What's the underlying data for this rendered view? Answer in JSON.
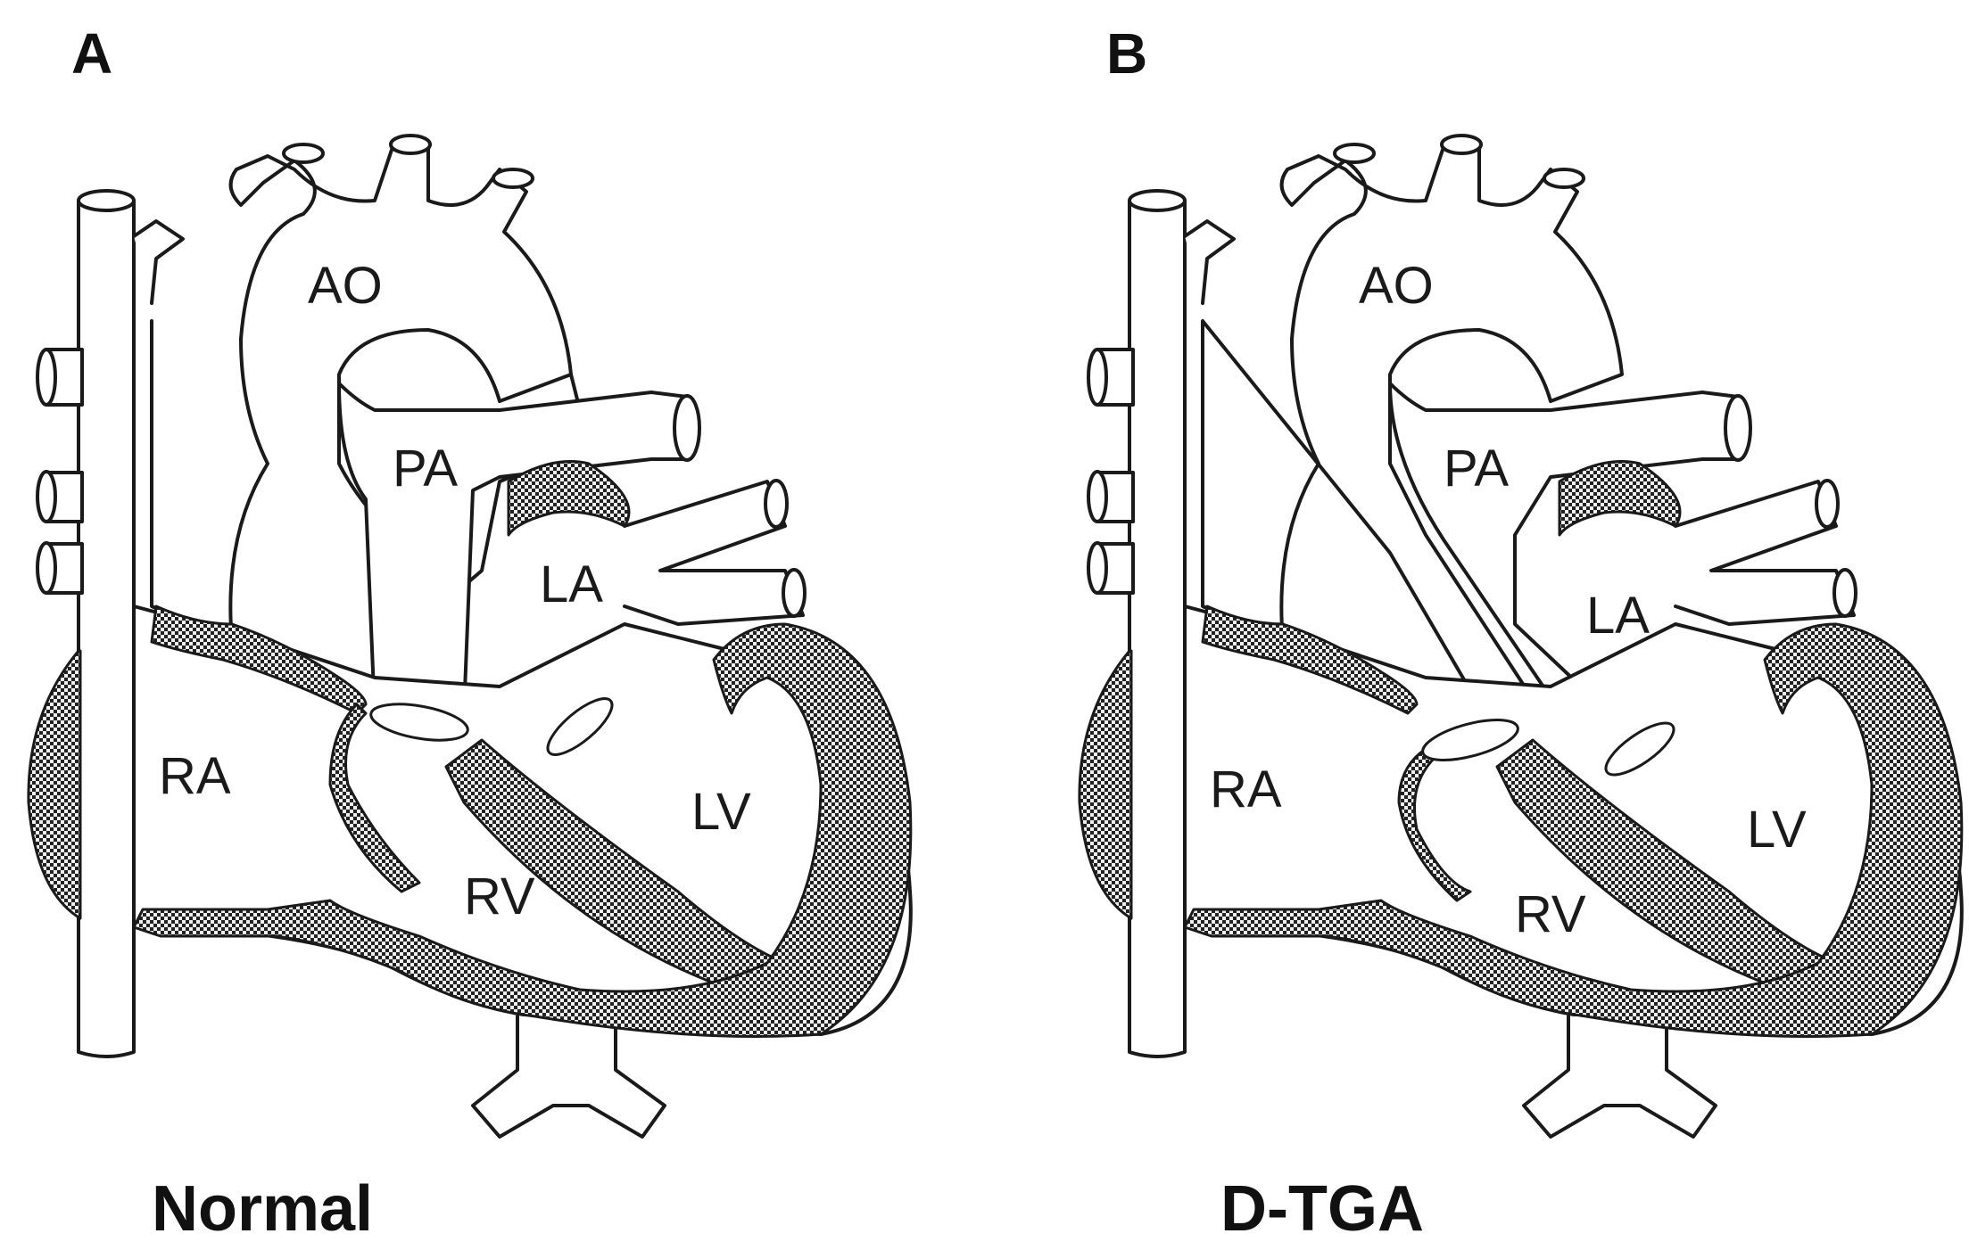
{
  "panels": [
    {
      "letter": "A",
      "caption": "Normal",
      "labels": {
        "ao": "AO",
        "pa": "PA",
        "la": "LA",
        "ra": "RA",
        "rv": "RV",
        "lv": "LV"
      }
    },
    {
      "letter": "B",
      "caption": "D-TGA",
      "labels": {
        "ao": "AO",
        "pa": "PA",
        "la": "LA",
        "ra": "RA",
        "rv": "RV",
        "lv": "LV"
      }
    }
  ],
  "colors": {
    "line": "#1a1a1a",
    "muscle": "#333333",
    "background": "#ffffff"
  }
}
